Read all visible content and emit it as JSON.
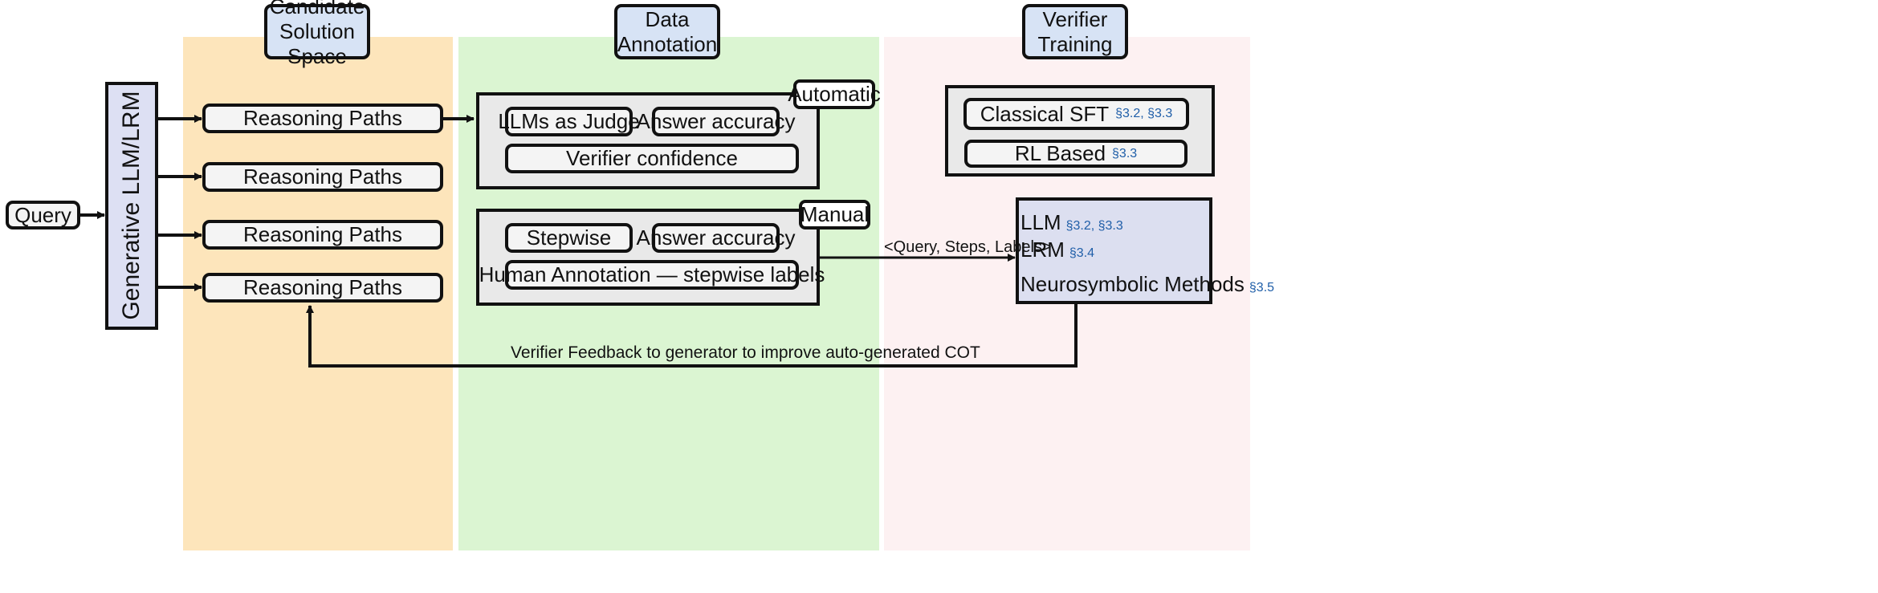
{
  "headers": {
    "candidate": "Candidate\nSolution Space",
    "annotation": "Data\nAnnotation",
    "verifier": "Verifier\nTraining"
  },
  "query": "Query",
  "generator": "Generative LLM/LRM",
  "reasoning_paths": [
    "Reasoning Paths",
    "Reasoning Paths",
    "Reasoning Paths",
    "Reasoning Paths"
  ],
  "automatic": {
    "tag": "Automatic",
    "items": [
      "LLMs as Judge",
      "Answer accuracy",
      "Verifier confidence"
    ]
  },
  "manual": {
    "tag": "Manual",
    "items": [
      "Stepwise",
      "Answer accuracy",
      "Human Annotation — stepwise labels"
    ]
  },
  "training": {
    "classical": {
      "label": "Classical SFT",
      "ref": "§3.2, §3.3"
    },
    "rl": {
      "label": "RL Based",
      "ref": "§3.3"
    }
  },
  "verifiers": [
    {
      "label": "LLM",
      "ref": "§3.2, §3.3"
    },
    {
      "label": "LRM",
      "ref": "§3.4"
    },
    {
      "label": "Neurosymbolic Methods",
      "ref": "§3.5"
    }
  ],
  "edge_labels": {
    "training_data": "<Query, Steps, Labels>",
    "feedback": "Verifier Feedback to generator to improve auto-generated COT"
  },
  "colors": {
    "candidate_bg": "#fde5bb",
    "annotation_bg": "#dbf5d2",
    "verifier_bg": "#fdf1f2",
    "header_bg": "#d7e3f5",
    "generator_bg": "#dde0f3",
    "verifier_box_bg": "#dcdff0"
  }
}
